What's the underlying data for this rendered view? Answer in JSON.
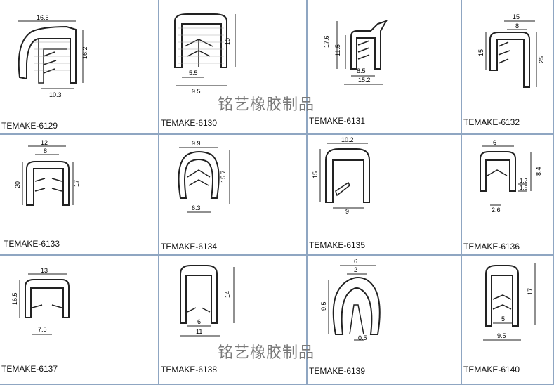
{
  "watermark": "铭艺橡胶制品",
  "products": [
    {
      "code": "TEMAKE-6129",
      "dims": [
        "16.5",
        "16.2",
        "10.3"
      ]
    },
    {
      "code": "TEMAKE-6130",
      "dims": [
        "15",
        "5.5",
        "9.5"
      ]
    },
    {
      "code": "TEMAKE-6131",
      "dims": [
        "17.6",
        "11.5",
        "8.5",
        "15.2"
      ]
    },
    {
      "code": "TEMAKE-6132",
      "dims": [
        "15",
        "8",
        "15",
        "25"
      ]
    },
    {
      "code": "TEMAKE-6133",
      "dims": [
        "12",
        "8",
        "20",
        "17"
      ]
    },
    {
      "code": "TEMAKE-6134",
      "dims": [
        "9.9",
        "15.7",
        "6.3"
      ]
    },
    {
      "code": "TEMAKE-6135",
      "dims": [
        "10.2",
        "15",
        "9"
      ]
    },
    {
      "code": "TEMAKE-6136",
      "dims": [
        "6",
        "8.4",
        "1.2",
        "1.5",
        "2.6"
      ]
    },
    {
      "code": "TEMAKE-6137",
      "dims": [
        "13",
        "16.5",
        "7.5"
      ]
    },
    {
      "code": "TEMAKE-6138",
      "dims": [
        "14",
        "6",
        "11"
      ]
    },
    {
      "code": "TEMAKE-6139",
      "dims": [
        "6",
        "2",
        "9.5",
        "0.5"
      ]
    },
    {
      "code": "TEMAKE-6140",
      "dims": [
        "17",
        "5",
        "9.5"
      ]
    }
  ]
}
